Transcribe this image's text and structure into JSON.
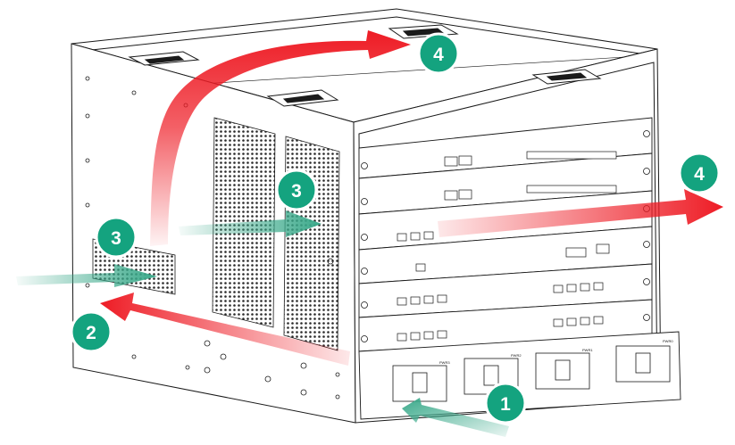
{
  "colors": {
    "badge": "#14a37f",
    "badge_ring": "#ffffff",
    "hot_air": "#ee1c25",
    "cool_air": "#3aa98a",
    "line": "#1a1a1a"
  },
  "callouts": [
    {
      "id": "inlet-psu",
      "label": "1",
      "meaning": "air intake"
    },
    {
      "id": "inlet-side",
      "label": "2",
      "meaning": "hot air"
    },
    {
      "id": "side-vent-lower",
      "label": "3",
      "meaning": "cool air"
    },
    {
      "id": "side-vent-upper",
      "label": "3",
      "meaning": "cool air"
    },
    {
      "id": "exhaust-top",
      "label": "4",
      "meaning": "hot air exhaust"
    },
    {
      "id": "exhaust-right",
      "label": "4",
      "meaning": "hot air exhaust"
    }
  ],
  "icons": {
    "chassis": "switch-chassis",
    "arrow_hot": "red-gradient-arrow",
    "arrow_cool": "green-gradient-arrow"
  },
  "module_labels": {
    "psu": [
      "PWR3",
      "PWR2",
      "PWR1",
      "PWR0"
    ]
  }
}
